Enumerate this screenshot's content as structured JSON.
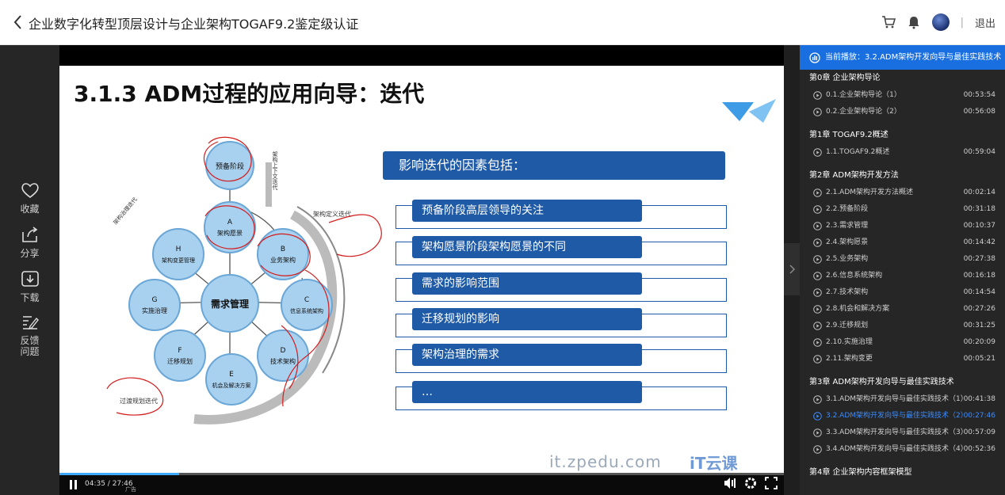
{
  "header": {
    "title": "企业数字化转型顶层设计与企业架构TOGAF9.2鉴定级认证",
    "logout": "退出",
    "separator": "|"
  },
  "sidebar": {
    "items": [
      {
        "label": "收藏",
        "icon": "heart-icon"
      },
      {
        "label": "分享",
        "icon": "share-icon"
      },
      {
        "label": "下载",
        "icon": "download-icon"
      },
      {
        "label": "反馈问题",
        "icon": "feedback-icon"
      }
    ]
  },
  "slide": {
    "title": "3.1.3 ADM过程的应用向导：迭代",
    "factors_header": "影响迭代的因素包括：",
    "factors": [
      "预备阶段高层领导的关注",
      "架构愿景阶段架构愿景的不同",
      "需求的影响范围",
      "迁移规划的影响",
      "架构治理的需求",
      "…"
    ],
    "watermark": "it.zpedu.com",
    "brand": "iT云课"
  },
  "player": {
    "time": "04:35 / 27:46",
    "ad_label": "广告",
    "progress_fraction": 0.165
  },
  "playlist": {
    "now_playing": "当前播放：3.2.ADM架构开发向导与最佳实践技术（...",
    "chapters": [
      {
        "title": "第0章 企业架构导论",
        "lessons": [
          {
            "name": "0.1.企业架构导论（1）",
            "duration": "00:53:54",
            "active": false
          },
          {
            "name": "0.2.企业架构导论（2）",
            "duration": "00:56:08",
            "active": false
          }
        ]
      },
      {
        "title": "第1章 TOGAF9.2概述",
        "lessons": [
          {
            "name": "1.1.TOGAF9.2概述",
            "duration": "00:59:04",
            "active": false
          }
        ]
      },
      {
        "title": "第2章 ADM架构开发方法",
        "lessons": [
          {
            "name": "2.1.ADM架构开发方法概述",
            "duration": "00:02:14",
            "active": false
          },
          {
            "name": "2.2.预备阶段",
            "duration": "00:31:18",
            "active": false
          },
          {
            "name": "2.3.需求管理",
            "duration": "00:10:37",
            "active": false
          },
          {
            "name": "2.4.架构愿景",
            "duration": "00:14:42",
            "active": false
          },
          {
            "name": "2.5.业务架构",
            "duration": "00:27:38",
            "active": false
          },
          {
            "name": "2.6.信息系统架构",
            "duration": "00:16:18",
            "active": false
          },
          {
            "name": "2.7.技术架构",
            "duration": "00:14:54",
            "active": false
          },
          {
            "name": "2.8.机会和解决方案",
            "duration": "00:27:26",
            "active": false
          },
          {
            "name": "2.9.迁移规划",
            "duration": "00:31:25",
            "active": false
          },
          {
            "name": "2.10.实施治理",
            "duration": "00:20:09",
            "active": false
          },
          {
            "name": "2.11.架构变更",
            "duration": "00:05:21",
            "active": false
          }
        ]
      },
      {
        "title": "第3章 ADM架构开发向导与最佳实践技术",
        "lessons": [
          {
            "name": "3.1.ADM架构开发向导与最佳实践技术（1）",
            "duration": "00:41:38",
            "active": false
          },
          {
            "name": "3.2.ADM架构开发向导与最佳实践技术（2）",
            "duration": "00:27:46",
            "active": true
          },
          {
            "name": "3.3.ADM架构开发向导与最佳实践技术（3）",
            "duration": "00:57:09",
            "active": false
          },
          {
            "name": "3.4.ADM架构开发向导与最佳实践技术（4）",
            "duration": "00:52:36",
            "active": false
          }
        ]
      },
      {
        "title": "第4章 企业架构内容框架模型",
        "lessons": []
      }
    ]
  },
  "diagram": {
    "center": "需求管理",
    "nodes": [
      {
        "letter": "",
        "label": "预备阶段"
      },
      {
        "letter": "A",
        "label": "架构愿景"
      },
      {
        "letter": "B",
        "label": "业务架构"
      },
      {
        "letter": "C",
        "label": "信息系统架构"
      },
      {
        "letter": "D",
        "label": "技术架构"
      },
      {
        "letter": "E",
        "label": "机会及解决方案"
      },
      {
        "letter": "F",
        "label": "迁移规划"
      },
      {
        "letter": "G",
        "label": "实施治理"
      },
      {
        "letter": "H",
        "label": "架构变更管理"
      }
    ],
    "annotations": [
      "架构上下文迭代",
      "架构定义迭代",
      "架构治理迭代",
      "过渡规划迭代"
    ]
  },
  "colors": {
    "accent": "#1a6fe0",
    "slide_blue": "#1f5aa6",
    "node_fill": "#a8d0ef",
    "active_lesson": "#3b8cff"
  }
}
